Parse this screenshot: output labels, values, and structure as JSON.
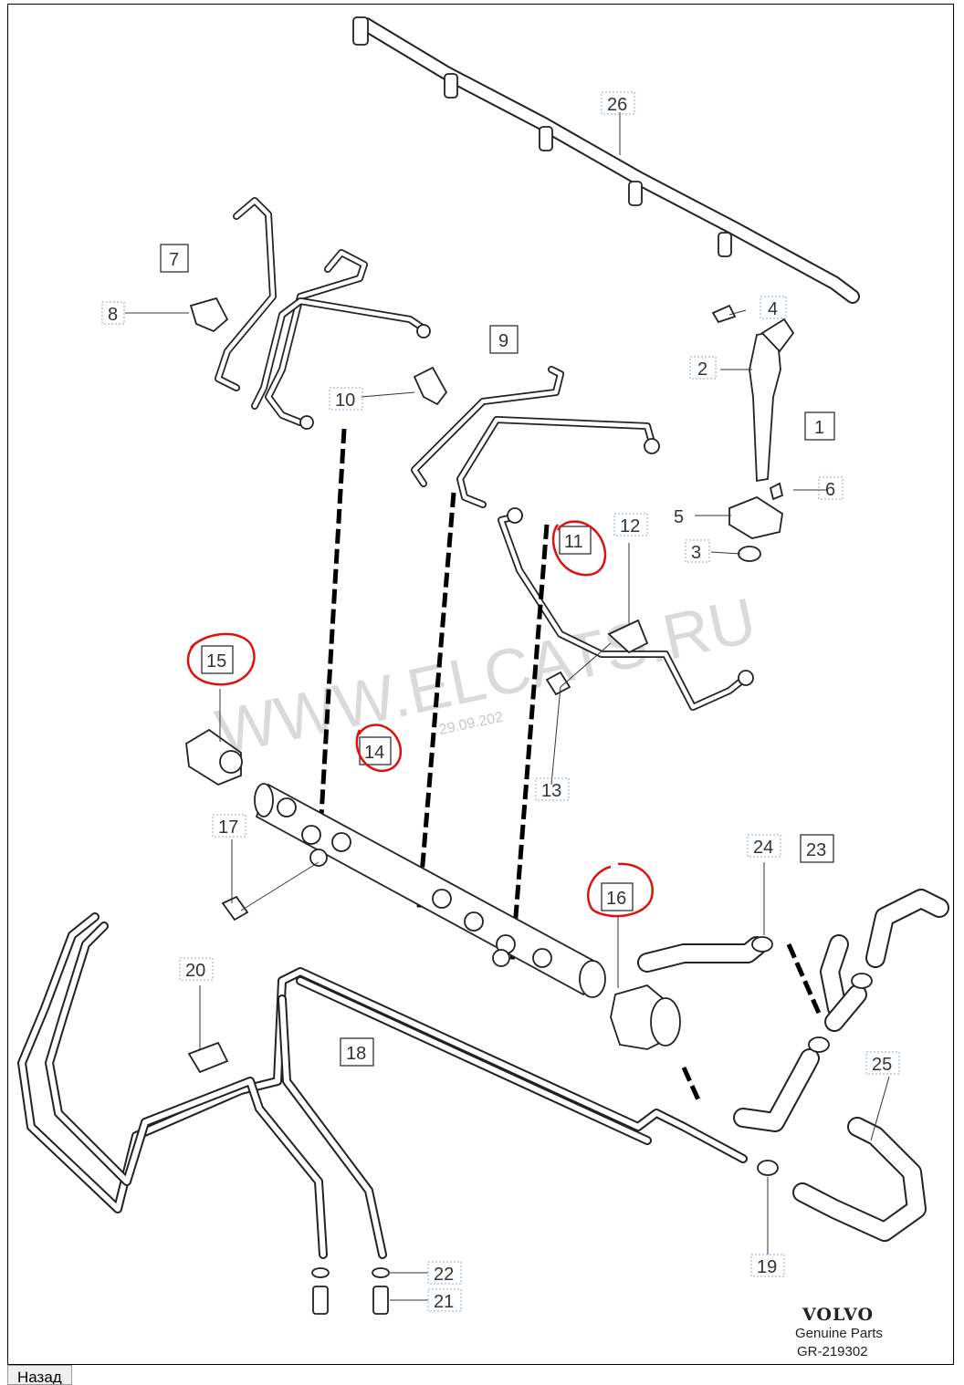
{
  "labels": {
    "p1": "1",
    "p2": "2",
    "p3": "3",
    "p4": "4",
    "p5": "5",
    "p6": "6",
    "p7": "7",
    "p8": "8",
    "p9": "9",
    "p10": "10",
    "p11": "11",
    "p12": "12",
    "p13": "13",
    "p14": "14",
    "p15": "15",
    "p16": "16",
    "p17": "17",
    "p18": "18",
    "p19": "19",
    "p20": "20",
    "p21": "21",
    "p22": "22",
    "p23": "23",
    "p24": "24",
    "p25": "25",
    "p26": "26"
  },
  "watermark": {
    "text": "WWW.ELCATS.RU",
    "date": "29.09.202"
  },
  "brand": {
    "name": "VOLVO",
    "sub": "Genuine Parts",
    "code": "GR-219302"
  },
  "highlighted_parts": [
    "11",
    "14",
    "15",
    "16"
  ],
  "highlight_color": "#e01010",
  "navigation": {
    "back_label": "Назад"
  }
}
